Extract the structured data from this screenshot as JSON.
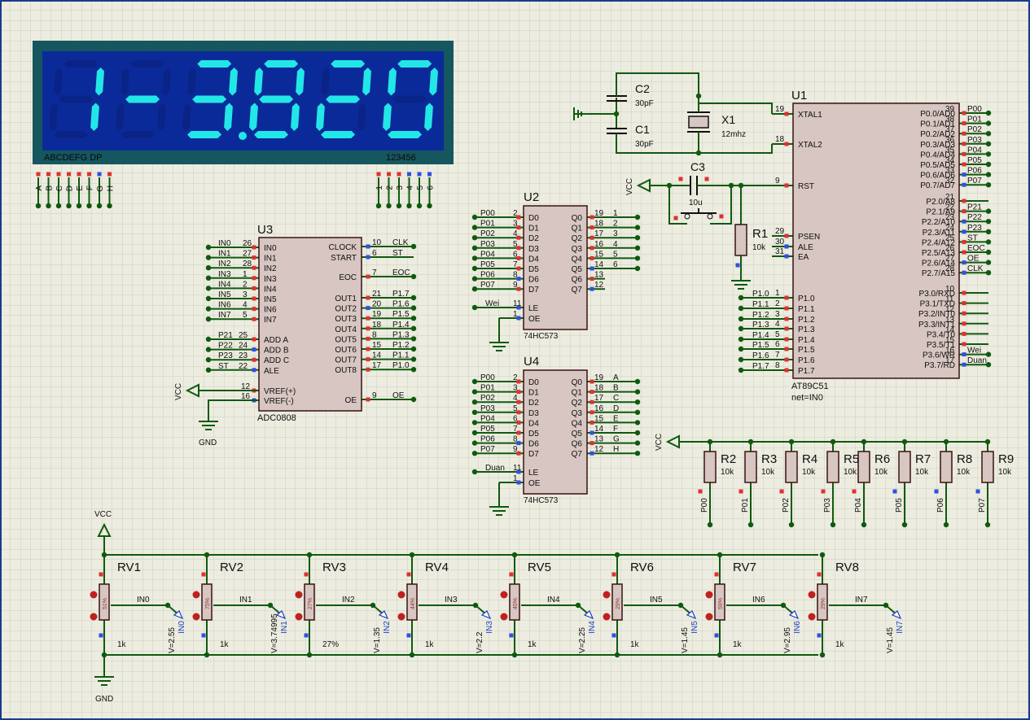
{
  "display": {
    "digits": [
      "1",
      "-",
      "3",
      "8",
      "2",
      "0"
    ],
    "decimal_point_after": 2,
    "segment_legend": "ABCDEFG  DP",
    "digit_legend": "123456",
    "seg_pins": [
      "A",
      "B",
      "C",
      "D",
      "E",
      "F",
      "G",
      "H"
    ],
    "digit_pins": [
      "1",
      "2",
      "3",
      "4",
      "5",
      "6"
    ],
    "colors": {
      "frame": "#16565e",
      "inner": "#0b2a9a",
      "lit": "#23e6e6",
      "unlit": "#0a2386"
    }
  },
  "u1": {
    "ref": "U1",
    "part": "AT89C51",
    "note": "net=IN0",
    "left_pins": [
      {
        "num": "19",
        "name": "XTAL1"
      },
      {
        "num": "18",
        "name": "XTAL2"
      },
      {
        "num": "9",
        "name": "RST"
      },
      {
        "num": "29",
        "name": "PSEN"
      },
      {
        "num": "30",
        "name": "ALE"
      },
      {
        "num": "31",
        "name": "EA"
      },
      {
        "num": "1",
        "name": "P1.0"
      },
      {
        "num": "2",
        "name": "P1.1"
      },
      {
        "num": "3",
        "name": "P1.2"
      },
      {
        "num": "4",
        "name": "P1.3"
      },
      {
        "num": "5",
        "name": "P1.4"
      },
      {
        "num": "6",
        "name": "P1.5"
      },
      {
        "num": "7",
        "name": "P1.6"
      },
      {
        "num": "8",
        "name": "P1.7"
      }
    ],
    "left_labels": [
      "P1.0",
      "P1.1",
      "P1.2",
      "P1.3",
      "P1.4",
      "P1.5",
      "P1.6",
      "P1.7"
    ],
    "right_pins": [
      {
        "num": "39",
        "name": "P0.0/AD0",
        "net": "P00"
      },
      {
        "num": "38",
        "name": "P0.1/AD1",
        "net": "P01"
      },
      {
        "num": "37",
        "name": "P0.2/AD2",
        "net": "P02"
      },
      {
        "num": "36",
        "name": "P0.3/AD3",
        "net": "P03"
      },
      {
        "num": "35",
        "name": "P0.4/AD4",
        "net": "P04"
      },
      {
        "num": "34",
        "name": "P0.5/AD5",
        "net": "P05"
      },
      {
        "num": "33",
        "name": "P0.6/AD6",
        "net": "P06"
      },
      {
        "num": "32",
        "name": "P0.7/AD7",
        "net": "P07"
      },
      {
        "num": "21",
        "name": "P2.0/A8",
        "net": ""
      },
      {
        "num": "22",
        "name": "P2.1/A9",
        "net": "P21"
      },
      {
        "num": "23",
        "name": "P2.2/A10",
        "net": "P22"
      },
      {
        "num": "24",
        "name": "P2.3/A11",
        "net": "P23"
      },
      {
        "num": "25",
        "name": "P2.4/A12",
        "net": "ST"
      },
      {
        "num": "26",
        "name": "P2.5/A13",
        "net": "EOC"
      },
      {
        "num": "27",
        "name": "P2.6/A14",
        "net": "OE"
      },
      {
        "num": "28",
        "name": "P2.7/A15",
        "net": "CLK"
      },
      {
        "num": "10",
        "name": "P3.0/RXD",
        "net": ""
      },
      {
        "num": "11",
        "name": "P3.1/TXD",
        "net": ""
      },
      {
        "num": "12",
        "name": "P3.2/INT0",
        "net": ""
      },
      {
        "num": "13",
        "name": "P3.3/INT1",
        "net": ""
      },
      {
        "num": "14",
        "name": "P3.4/T0",
        "net": ""
      },
      {
        "num": "15",
        "name": "P3.5/T1",
        "net": ""
      },
      {
        "num": "16",
        "name": "P3.6/WR",
        "net": "Wei"
      },
      {
        "num": "17",
        "name": "P3.7/RD",
        "net": "Duan"
      }
    ]
  },
  "osc": {
    "c2": {
      "ref": "C2",
      "value": "30pF"
    },
    "c1": {
      "ref": "C1",
      "value": "30pF"
    },
    "x1": {
      "ref": "X1",
      "value": "12mhz"
    },
    "c3": {
      "ref": "C3",
      "value": "10u"
    },
    "r1": {
      "ref": "R1",
      "value": "10k"
    },
    "vcc": "VCC"
  },
  "u2": {
    "ref": "U2",
    "part": "74HC573",
    "inputs": [
      {
        "num": "2",
        "name": "D0",
        "net": "P00"
      },
      {
        "num": "3",
        "name": "D1",
        "net": "P01"
      },
      {
        "num": "4",
        "name": "D2",
        "net": "P02"
      },
      {
        "num": "5",
        "name": "D3",
        "net": "P03"
      },
      {
        "num": "6",
        "name": "D4",
        "net": "P04"
      },
      {
        "num": "7",
        "name": "D5",
        "net": "P05"
      },
      {
        "num": "8",
        "name": "D6",
        "net": "P06"
      },
      {
        "num": "9",
        "name": "D7",
        "net": "P07"
      }
    ],
    "outputs": [
      {
        "num": "19",
        "name": "Q0",
        "net": "1"
      },
      {
        "num": "18",
        "name": "Q1",
        "net": "2"
      },
      {
        "num": "17",
        "name": "Q2",
        "net": "3"
      },
      {
        "num": "16",
        "name": "Q3",
        "net": "4"
      },
      {
        "num": "15",
        "name": "Q4",
        "net": "5"
      },
      {
        "num": "14",
        "name": "Q5",
        "net": "6"
      },
      {
        "num": "13",
        "name": "Q6",
        "net": ""
      },
      {
        "num": "12",
        "name": "Q7",
        "net": ""
      }
    ],
    "le": {
      "num": "11",
      "name": "LE",
      "net": "Wei"
    },
    "oe": {
      "num": "1",
      "name": "OE"
    }
  },
  "u4": {
    "ref": "U4",
    "part": "74HC573",
    "inputs": [
      {
        "num": "2",
        "name": "D0",
        "net": "P00"
      },
      {
        "num": "3",
        "name": "D1",
        "net": "P01"
      },
      {
        "num": "4",
        "name": "D2",
        "net": "P02"
      },
      {
        "num": "5",
        "name": "D3",
        "net": "P03"
      },
      {
        "num": "6",
        "name": "D4",
        "net": "P04"
      },
      {
        "num": "7",
        "name": "D5",
        "net": "P05"
      },
      {
        "num": "8",
        "name": "D6",
        "net": "P06"
      },
      {
        "num": "9",
        "name": "D7",
        "net": "P07"
      }
    ],
    "outputs": [
      {
        "num": "19",
        "name": "Q0",
        "net": "A"
      },
      {
        "num": "18",
        "name": "Q1",
        "net": "B"
      },
      {
        "num": "17",
        "name": "Q2",
        "net": "C"
      },
      {
        "num": "16",
        "name": "Q3",
        "net": "D"
      },
      {
        "num": "15",
        "name": "Q4",
        "net": "E"
      },
      {
        "num": "14",
        "name": "Q5",
        "net": "F"
      },
      {
        "num": "13",
        "name": "Q6",
        "net": "G"
      },
      {
        "num": "12",
        "name": "Q7",
        "net": "H"
      }
    ],
    "le": {
      "num": "11",
      "name": "LE",
      "net": "Duan"
    },
    "oe": {
      "num": "1",
      "name": "OE"
    }
  },
  "u3": {
    "ref": "U3",
    "part": "ADC0808",
    "inputs": [
      {
        "num": "26",
        "name": "IN0",
        "net": "IN0"
      },
      {
        "num": "27",
        "name": "IN1",
        "net": "IN1"
      },
      {
        "num": "28",
        "name": "IN2",
        "net": "IN2"
      },
      {
        "num": "1",
        "name": "IN3",
        "net": "IN3"
      },
      {
        "num": "2",
        "name": "IN4",
        "net": "IN4"
      },
      {
        "num": "3",
        "name": "IN5",
        "net": "IN5"
      },
      {
        "num": "4",
        "name": "IN6",
        "net": "IN6"
      },
      {
        "num": "5",
        "name": "IN7",
        "net": "IN7"
      }
    ],
    "addr": [
      {
        "num": "25",
        "name": "ADD A",
        "net": "P21"
      },
      {
        "num": "24",
        "name": "ADD B",
        "net": "P22"
      },
      {
        "num": "23",
        "name": "ADD C",
        "net": "P23"
      },
      {
        "num": "22",
        "name": "ALE",
        "net": "ST"
      }
    ],
    "vref": [
      {
        "num": "12",
        "name": "VREF(+)"
      },
      {
        "num": "16",
        "name": "VREF(-)"
      }
    ],
    "right_top": [
      {
        "num": "10",
        "name": "CLOCK",
        "net": "CLK"
      },
      {
        "num": "6",
        "name": "START",
        "net": "ST"
      },
      {
        "num": "7",
        "name": "EOC",
        "net": "EOC"
      }
    ],
    "outs": [
      {
        "num": "21",
        "name": "OUT1",
        "net": "P1.7"
      },
      {
        "num": "20",
        "name": "OUT2",
        "net": "P1.6"
      },
      {
        "num": "19",
        "name": "OUT3",
        "net": "P1.5"
      },
      {
        "num": "18",
        "name": "OUT4",
        "net": "P1.4"
      },
      {
        "num": "8",
        "name": "OUT5",
        "net": "P1.3"
      },
      {
        "num": "15",
        "name": "OUT6",
        "net": "P1.2"
      },
      {
        "num": "14",
        "name": "OUT7",
        "net": "P1.1"
      },
      {
        "num": "17",
        "name": "OUT8",
        "net": "P1.0"
      }
    ],
    "oe": {
      "num": "9",
      "name": "OE",
      "net": "OE"
    },
    "vcc": "VCC",
    "gnd": "GND"
  },
  "pullups": {
    "vcc": "VCC",
    "resistors": [
      {
        "ref": "R2",
        "value": "10k",
        "net": "P00"
      },
      {
        "ref": "R3",
        "value": "10k",
        "net": "P01"
      },
      {
        "ref": "R4",
        "value": "10k",
        "net": "P02"
      },
      {
        "ref": "R5",
        "value": "10k",
        "net": "P03"
      },
      {
        "ref": "R6",
        "value": "10k",
        "net": "P04"
      },
      {
        "ref": "R7",
        "value": "10k",
        "net": "P05"
      },
      {
        "ref": "R8",
        "value": "10k",
        "net": "P06"
      },
      {
        "ref": "R9",
        "value": "10k",
        "net": "P07"
      }
    ]
  },
  "pots": {
    "vcc": "VCC",
    "gnd": "GND",
    "items": [
      {
        "ref": "RV1",
        "value": "1k",
        "pct": "51%",
        "net": "IN0",
        "probe": "V=2.55"
      },
      {
        "ref": "RV2",
        "value": "1k",
        "pct": "75%",
        "net": "IN1",
        "probe": "V=3.74995"
      },
      {
        "ref": "RV3",
        "value": "27%",
        "pct": "27%",
        "net": "IN2",
        "probe": "V=1.35"
      },
      {
        "ref": "RV4",
        "value": "1k",
        "pct": "44%",
        "net": "IN3",
        "probe": "V=2.2"
      },
      {
        "ref": "RV5",
        "value": "1k",
        "pct": "45%",
        "net": "IN4",
        "probe": "V=2.25"
      },
      {
        "ref": "RV6",
        "value": "1k",
        "pct": "29%",
        "net": "IN5",
        "probe": "V=1.45"
      },
      {
        "ref": "RV7",
        "value": "1k",
        "pct": "59%",
        "net": "IN6",
        "probe": "V=2.95"
      },
      {
        "ref": "RV8",
        "value": "1k",
        "pct": "29%",
        "net": "IN7",
        "probe": "V=1.45"
      }
    ]
  }
}
